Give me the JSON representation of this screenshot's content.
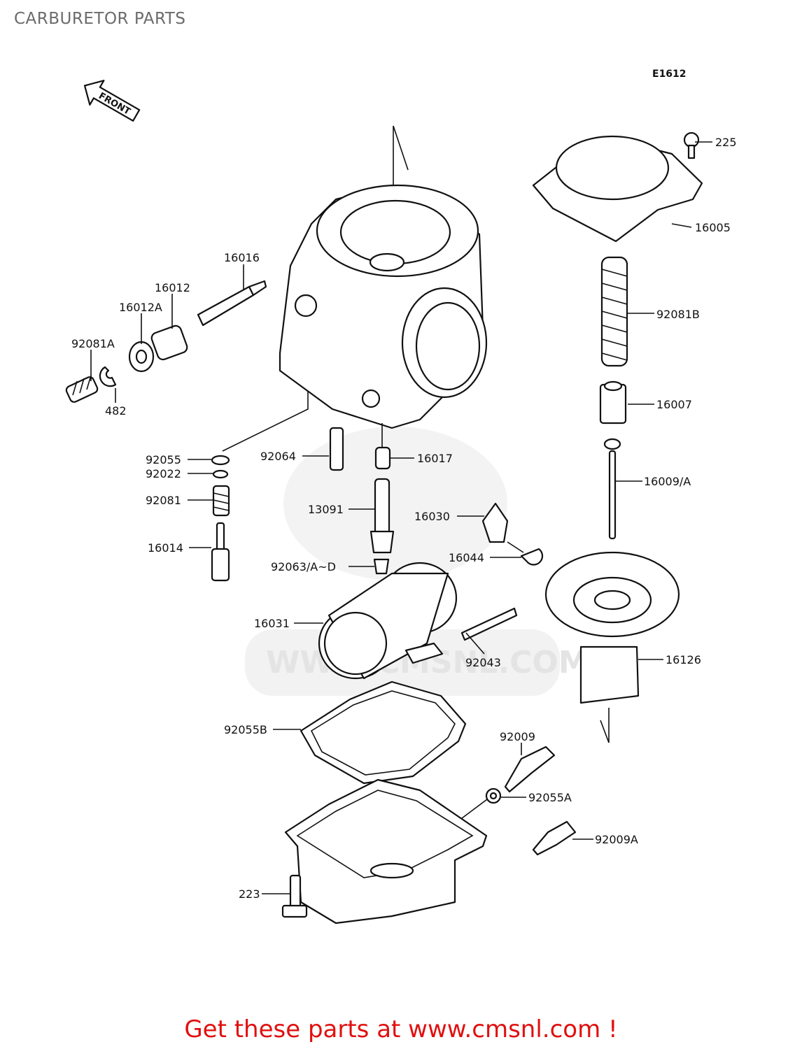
{
  "page": {
    "title": "CARBURETOR PARTS",
    "diagram_ref": "E1612",
    "front_marker": "FRONT",
    "watermark_url": "WWW.CMSNL.COM",
    "footer": "Get these parts at www.cmsnl.com !"
  },
  "parts": [
    {
      "id": "225",
      "label": "225"
    },
    {
      "id": "16005",
      "label": "16005"
    },
    {
      "id": "16016",
      "label": "16016"
    },
    {
      "id": "16012",
      "label": "16012"
    },
    {
      "id": "16012A",
      "label": "16012A"
    },
    {
      "id": "92081A",
      "label": "92081A"
    },
    {
      "id": "92081B",
      "label": "92081B"
    },
    {
      "id": "482",
      "label": "482"
    },
    {
      "id": "16007",
      "label": "16007"
    },
    {
      "id": "92055",
      "label": "92055"
    },
    {
      "id": "92064",
      "label": "92064"
    },
    {
      "id": "16017",
      "label": "16017"
    },
    {
      "id": "92022",
      "label": "92022"
    },
    {
      "id": "16009A",
      "label": "16009/A"
    },
    {
      "id": "92081",
      "label": "92081"
    },
    {
      "id": "13091",
      "label": "13091"
    },
    {
      "id": "16030",
      "label": "16030"
    },
    {
      "id": "16014",
      "label": "16014"
    },
    {
      "id": "16044",
      "label": "16044"
    },
    {
      "id": "92063AD",
      "label": "92063/A~D"
    },
    {
      "id": "16031",
      "label": "16031"
    },
    {
      "id": "16126",
      "label": "16126"
    },
    {
      "id": "92043",
      "label": "92043"
    },
    {
      "id": "92055B",
      "label": "92055B"
    },
    {
      "id": "92009",
      "label": "92009"
    },
    {
      "id": "92055A",
      "label": "92055A"
    },
    {
      "id": "92009A",
      "label": "92009A"
    },
    {
      "id": "223",
      "label": "223"
    }
  ]
}
